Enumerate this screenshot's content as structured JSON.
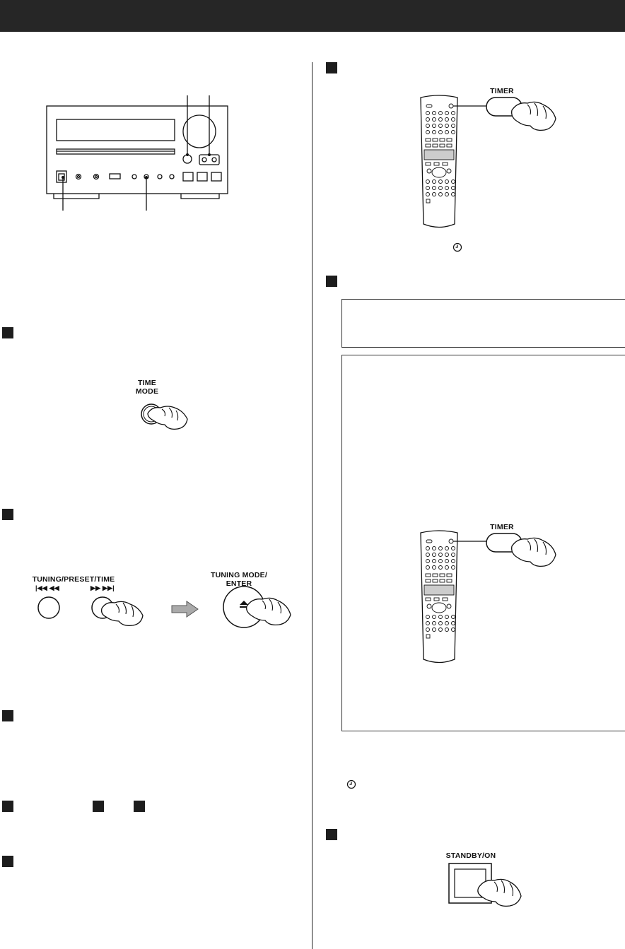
{
  "labels": {
    "timer_top": "TIMER",
    "time_mode": [
      "TIME",
      "MODE"
    ],
    "tuning_preset_time": "TUNING/PRESET/TIME",
    "tuning_mode_enter": [
      "TUNING MODE/",
      "ENTER"
    ],
    "timer_box": "TIMER",
    "standby_on": "STANDBY/ON"
  }
}
